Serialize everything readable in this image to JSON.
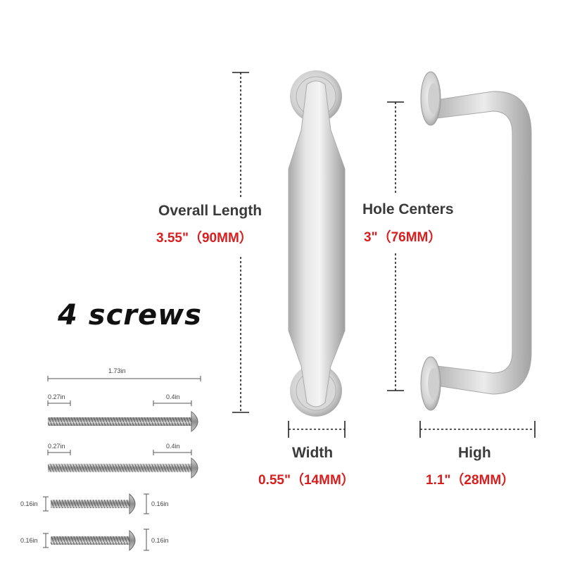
{
  "measurements": {
    "overall_length": {
      "label": "Overall Length",
      "value": "3.55\"（90MM）"
    },
    "hole_centers": {
      "label": "Hole Centers",
      "value": "3\"（76MM）"
    },
    "width": {
      "label": "Width",
      "value": "0.55\"（14MM）"
    },
    "high": {
      "label": "High",
      "value": "1.1\"（28MM）"
    }
  },
  "screws": {
    "title": "4 screws",
    "long_screw": {
      "total": "1.73in",
      "shank": "0.27in",
      "head": "0.4in"
    },
    "long_screw_2": {
      "shank": "0.27in",
      "head": "0.4in"
    },
    "short_screw_1": {
      "left": "0.16in",
      "right": "0.16in"
    },
    "short_screw_2": {
      "left": "0.16in",
      "right": "0.16in"
    }
  },
  "colors": {
    "label_dark": "#3a3a3a",
    "label_red": "#d81e1e",
    "metal": "#c9c9c9"
  }
}
